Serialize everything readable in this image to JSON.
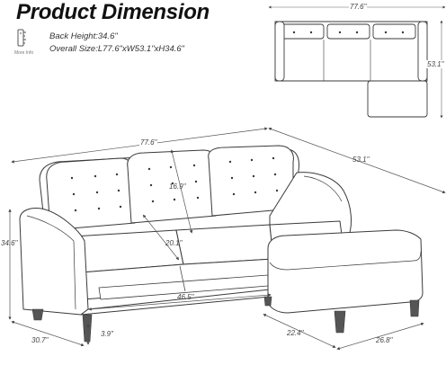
{
  "header": {
    "title": "Product Dimension",
    "back_height": "Back Height:34.6\"",
    "overall_size": "Overall Size:L77.6\"xW53.1\"xH34.6\"",
    "badge_label": "More Info"
  },
  "top_view": {
    "width_label": "77.6\"",
    "depth_label": "53.1\""
  },
  "main_view": {
    "overall_length": "77.6\"",
    "overall_depth": "53.1\"",
    "back_height": "16.9\"",
    "seat_depth": "20.1\"",
    "seat_width": "46.5\"",
    "total_height": "34.6\"",
    "leg_height": "3.9\"",
    "sofa_depth": "30.7\"",
    "ottoman_depth": "22.4\"",
    "ottoman_width": "26.8\""
  },
  "colors": {
    "outline": "#3a3a3a",
    "fabric": "#ffffff",
    "dim_line": "#444444",
    "text": "#222222",
    "leg": "#555555"
  }
}
